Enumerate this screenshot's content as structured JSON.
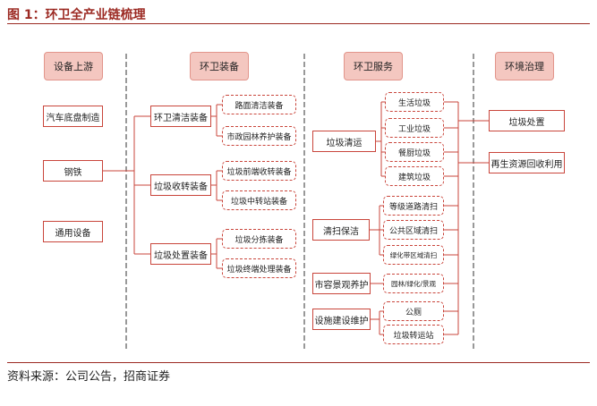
{
  "figure": {
    "title": "图 1：环卫全产业链梳理",
    "source": "资料来源：公司公告，招商证券"
  },
  "headers": [
    "设备上游",
    "环卫装备",
    "环卫服务",
    "环境治理"
  ],
  "upstream": [
    "汽车底盘制造",
    "钢铁",
    "通用设备"
  ],
  "equipment": {
    "categories": [
      "环卫清洁装备",
      "垃圾收转装备",
      "垃圾处置装备"
    ],
    "items": [
      "路面清洁装备",
      "市政园林养护装备",
      "垃圾前端收转装备",
      "垃圾中转站装备",
      "垃圾分拣装备",
      "垃圾终端处理装备"
    ]
  },
  "services": {
    "categories": [
      "垃圾清运",
      "清扫保洁",
      "市容景观养护",
      "设施建设维护"
    ],
    "items": [
      "生活垃圾",
      "工业垃圾",
      "餐厨垃圾",
      "建筑垃圾",
      "等级道路清扫",
      "公共区域清扫",
      "绿化带区域清扫",
      "园林/绿化/景观",
      "公厕",
      "垃圾转运站"
    ]
  },
  "governance": [
    "垃圾处置",
    "再生资源回收利用"
  ],
  "colors": {
    "title": "#9c2a23",
    "border": "#c9453b",
    "header_fill": "#f4c7c0"
  }
}
